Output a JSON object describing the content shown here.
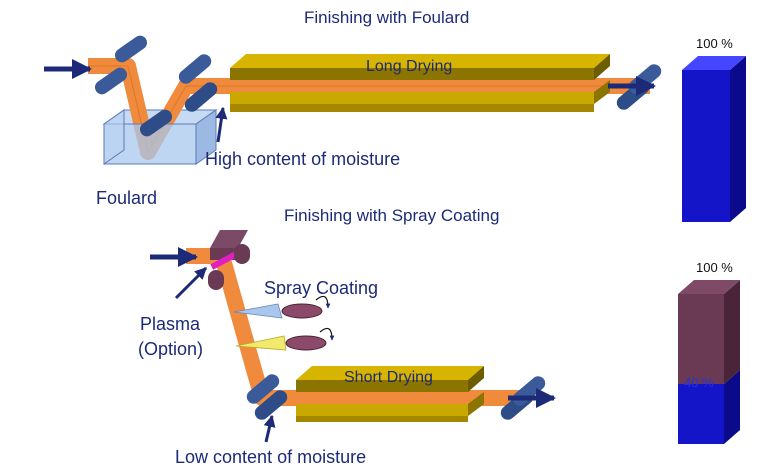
{
  "colors": {
    "fabric": "#f08a3c",
    "fabric_edge": "#c8661c",
    "roller": "#3a5a9a",
    "roller_dark": "#1f3a78",
    "dryer_top": "#bfa000",
    "dryer_front": "#8c7400",
    "bath": "#a8c8ee",
    "bath_edge": "#5e7ab8",
    "arrow": "#1c2a78",
    "bar_blue": "#1414c8",
    "bar_blue_dark": "#0a0a8a",
    "bar_plum": "#6a3a55",
    "bar_plum_dark": "#4a2438",
    "plasma": "#e020c0",
    "nozzle_blue": "#a9c7ec",
    "nozzle_yellow": "#f2ea6c",
    "nozzle_head": "#8c4a6a",
    "text": "#1c2a78"
  },
  "top_process": {
    "title": "Finishing with Foulard",
    "dryer_label": "Long Drying",
    "moisture_note": "High content of moisture",
    "bath_label": "Foulard",
    "bar_label": "100 %"
  },
  "bottom_process": {
    "title": "Finishing with Spray Coating",
    "spray_label": "Spray Coating",
    "plasma_label_line1": "Plasma",
    "plasma_label_line2": "(Option)",
    "dryer_label": "Short Drying",
    "moisture_note": "Low content of moisture",
    "bar_total_label": "100 %",
    "bar_share_label": "40 %",
    "bar_share_fraction": 0.4
  }
}
